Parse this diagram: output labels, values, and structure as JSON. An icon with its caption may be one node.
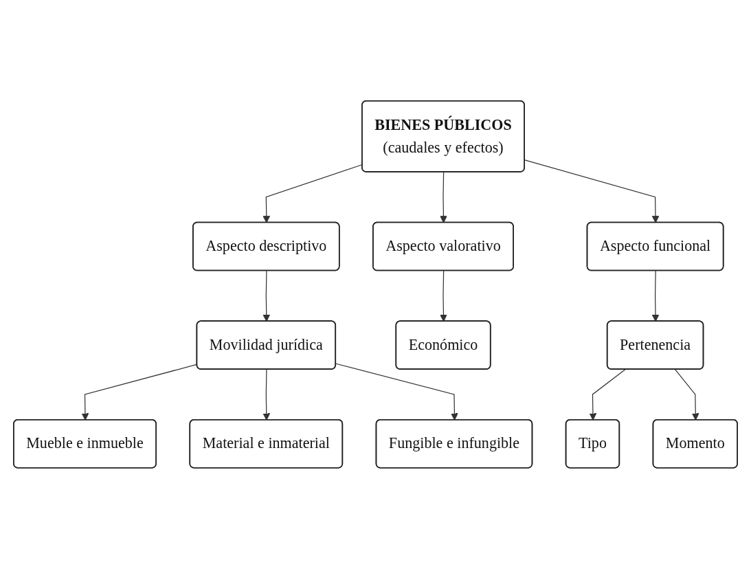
{
  "diagram": {
    "nodes": [
      {
        "text": [
          "BIENES PÚBLICOS",
          "(caudales y efectos)"
        ]
      },
      {
        "text": [
          "Aspecto descriptivo"
        ]
      },
      {
        "text": [
          "Aspecto valorativo"
        ]
      },
      {
        "text": [
          "Aspecto funcional"
        ]
      },
      {
        "text": [
          "Movilidad jurídica"
        ]
      },
      {
        "text": [
          "Económico"
        ]
      },
      {
        "text": [
          "Pertenencia"
        ]
      },
      {
        "text": [
          "Mueble e inmueble"
        ]
      },
      {
        "text": [
          "Material e inmaterial"
        ]
      },
      {
        "text": [
          "Fungible e infungible"
        ]
      },
      {
        "text": [
          "Tipo"
        ]
      },
      {
        "text": [
          "Momento"
        ]
      }
    ],
    "edges": [
      {
        "from": 0,
        "to": 1,
        "arrow": "to"
      },
      {
        "from": 0,
        "to": 2,
        "arrow": "to"
      },
      {
        "from": 0,
        "to": 3,
        "arrow": "to"
      },
      {
        "from": 1,
        "to": 4,
        "arrow": "to"
      },
      {
        "from": 2,
        "to": 5,
        "arrow": "to"
      },
      {
        "from": 3,
        "to": 6,
        "arrow": "to"
      },
      {
        "from": 4,
        "to": 7,
        "arrow": "to"
      },
      {
        "from": 4,
        "to": 8,
        "arrow": "to"
      },
      {
        "from": 4,
        "to": 9,
        "arrow": "to"
      },
      {
        "from": 6,
        "to": 10,
        "arrow": "to"
      },
      {
        "from": 6,
        "to": 11,
        "arrow": "to"
      }
    ]
  }
}
